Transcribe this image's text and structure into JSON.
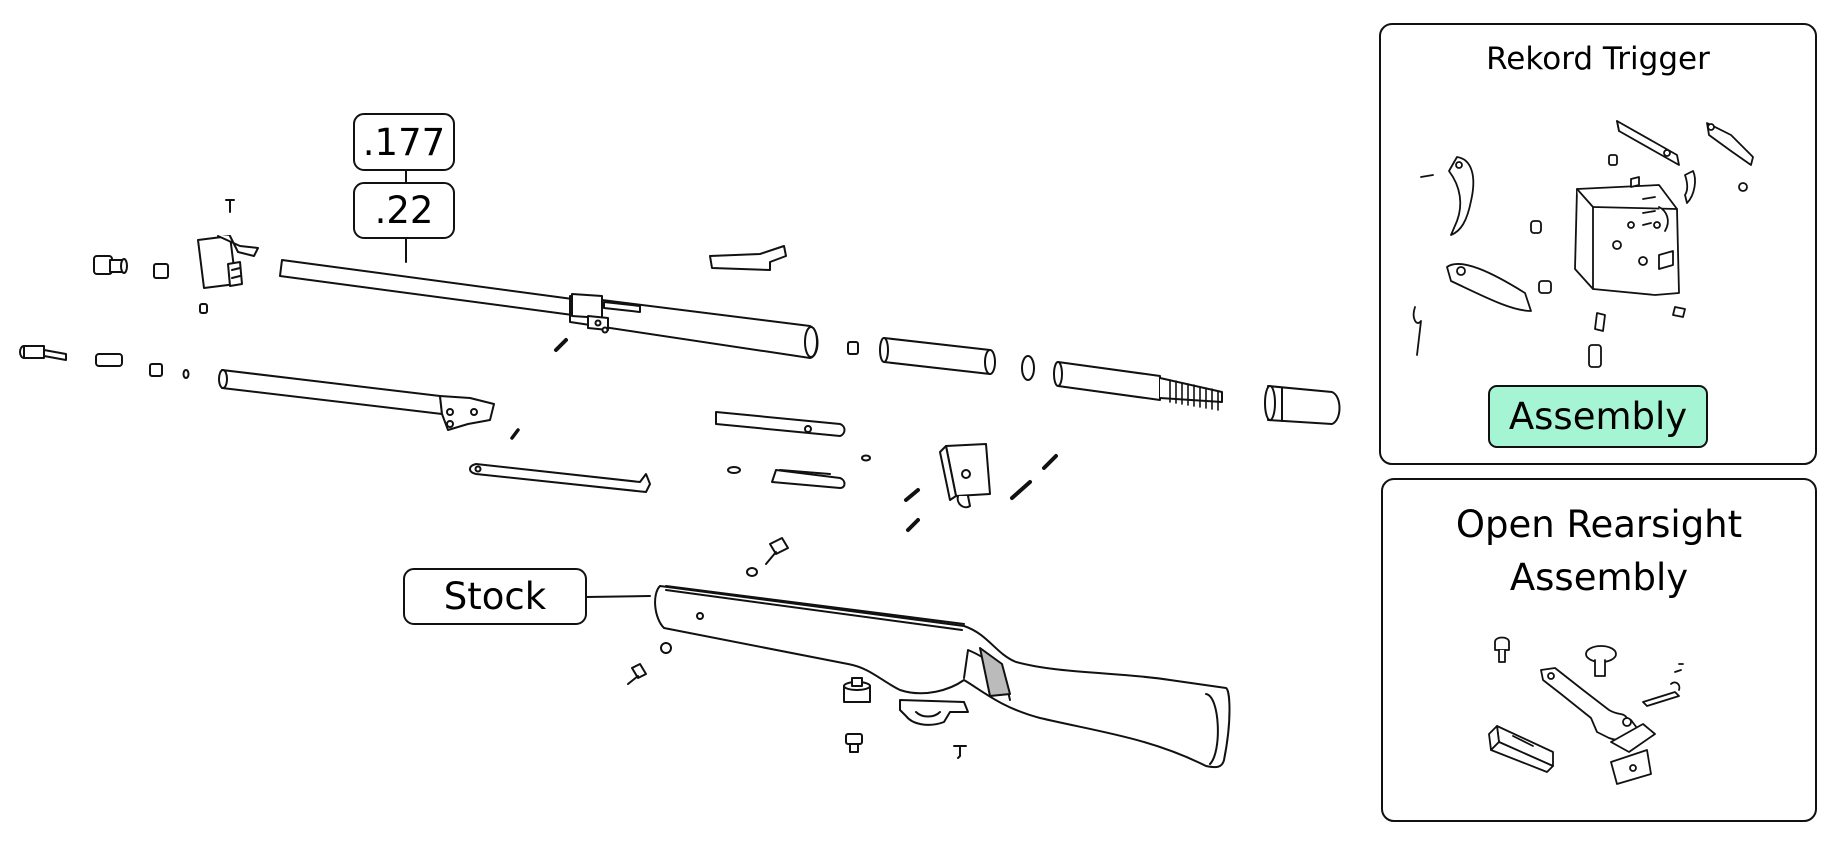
{
  "callouts": {
    "cal_177": ".177",
    "cal_22": ".22",
    "stock": "Stock"
  },
  "panels": {
    "trigger": {
      "title": "Rekord Trigger",
      "button_label": "Assembly"
    },
    "rearsight": {
      "title_line1": "Open Rearsight",
      "title_line2": "Assembly"
    }
  },
  "colors": {
    "ink": "#111111",
    "button_fill": "#a5f5d4"
  }
}
